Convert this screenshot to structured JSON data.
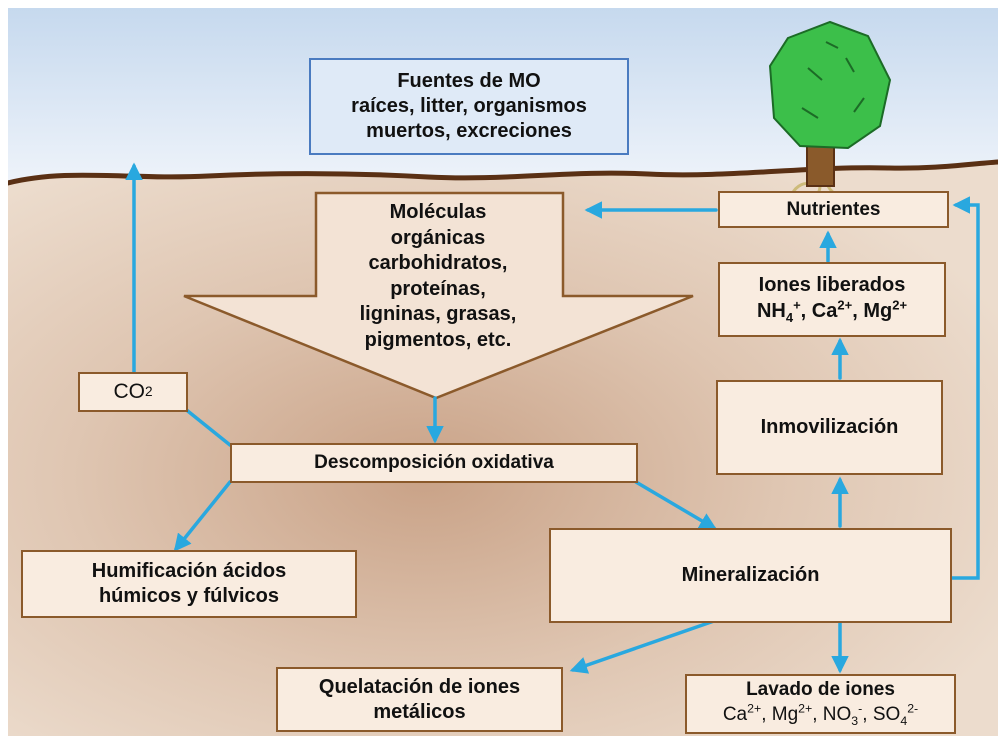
{
  "sources": {
    "line1": "Fuentes de MO",
    "line2": "raíces, litter, organismos",
    "line3": "muertos, excreciones"
  },
  "molecules": {
    "lines": [
      "Moléculas",
      "orgánicas",
      "carbohidratos,",
      "proteínas,",
      "ligninas, grasas,",
      "pigmentos, etc."
    ]
  },
  "co2": {
    "base": "CO",
    "sup": "2"
  },
  "decomposition": {
    "label": "Descomposición oxidativa"
  },
  "humification": {
    "line1": "Humificación ácidos",
    "line2": "húmicos y fúlvicos"
  },
  "mineralization": {
    "label": "Mineralización"
  },
  "chelation": {
    "line1": "Quelatación de iones",
    "line2": "metálicos"
  },
  "leaching": {
    "title": "Lavado de iones",
    "ions": [
      {
        "base": "Ca",
        "sup": "2+",
        "sub": "",
        "sep": ", "
      },
      {
        "base": "Mg",
        "sup": "2+",
        "sub": "",
        "sep": ", "
      },
      {
        "base": "NO",
        "sub": "3",
        "sup": "-",
        "sep": ", "
      },
      {
        "base": "SO",
        "sub": "4",
        "sup": "2-",
        "sep": ""
      }
    ]
  },
  "immobilization": {
    "label": "Inmovilización"
  },
  "released_ions": {
    "title": "Iones liberados",
    "ions": [
      {
        "base": "NH",
        "sub": "4",
        "sup": "+",
        "sep": ", "
      },
      {
        "base": "Ca",
        "sub": "",
        "sup": "2+",
        "sep": ", "
      },
      {
        "base": "Mg",
        "sub": "",
        "sup": "2+",
        "sep": ""
      }
    ]
  },
  "nutrients": {
    "label": "Nutrientes"
  },
  "colors": {
    "sky": "#dbe8f5",
    "soil": "#e6d0bd",
    "soil_dark": "#c9a58a",
    "ground_line": "#5a3014",
    "box_border": "#8B5A2B",
    "box_fill": "#f9ece0",
    "arrow": "#29a8df",
    "tree": "#3cbf4a",
    "trunk": "#8a5a2b"
  }
}
